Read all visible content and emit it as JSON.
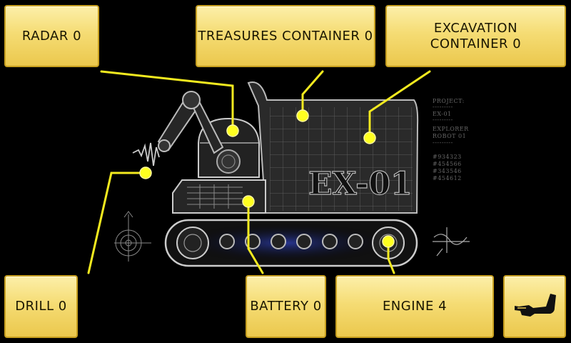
{
  "buttons": {
    "radar": "RADAR 0",
    "treasures": "TREASURES CONTAINER 0",
    "excavation": "EXCAVATION\nCONTAINER 0",
    "drill": "DRILL 0",
    "battery": "BATTERY 0",
    "engine": "ENGINE 4"
  },
  "robot": {
    "name": "EX-01",
    "spec_lines": [
      "PROJECT:",
      "---------",
      "EX-01",
      "---------",
      "EXPLORER",
      "ROBOT 01",
      "---------",
      "#934323",
      "#454566",
      "#343546",
      "#454612"
    ]
  },
  "icons": {
    "back": "pointing-hand-icon"
  },
  "colors": {
    "panel": "#f5dc74",
    "connector": "#f3ea1f",
    "background": "#000000"
  }
}
